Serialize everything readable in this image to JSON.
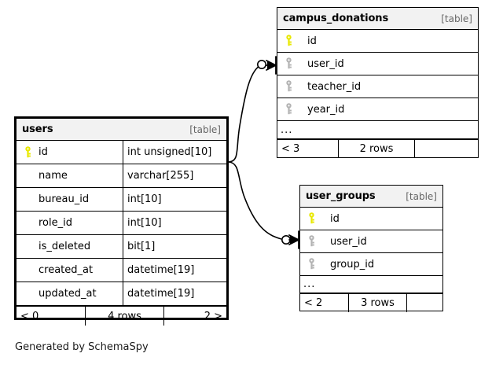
{
  "diagram": {
    "kind": "er-diagram",
    "generator_credit": "Generated by SchemaSpy",
    "background": "#ffffff",
    "primary_key_color": "#e8e800",
    "foreign_key_color": "#b3b3b3",
    "header_background": "#f2f2f2",
    "line_color": "#000000"
  },
  "tables": [
    {
      "id": "users",
      "name": "users",
      "tag": "[table]",
      "focus": true,
      "columns": [
        {
          "name": "id",
          "type": "int unsigned[10]",
          "key": "primary"
        },
        {
          "name": "name",
          "type": "varchar[255]",
          "key": "none"
        },
        {
          "name": "bureau_id",
          "type": "int[10]",
          "key": "none"
        },
        {
          "name": "role_id",
          "type": "int[10]",
          "key": "none"
        },
        {
          "name": "is_deleted",
          "type": "bit[1]",
          "key": "none"
        },
        {
          "name": "created_at",
          "type": "datetime[19]",
          "key": "none"
        },
        {
          "name": "updated_at",
          "type": "datetime[19]",
          "key": "none"
        }
      ],
      "has_ellipsis": false,
      "footer": {
        "left": "< 0",
        "center": "4 rows",
        "right": "2 >"
      }
    },
    {
      "id": "campus_donations",
      "name": "campus_donations",
      "tag": "[table]",
      "focus": false,
      "columns": [
        {
          "name": "id",
          "type": "",
          "key": "primary"
        },
        {
          "name": "user_id",
          "type": "",
          "key": "foreign"
        },
        {
          "name": "teacher_id",
          "type": "",
          "key": "foreign"
        },
        {
          "name": "year_id",
          "type": "",
          "key": "foreign"
        }
      ],
      "has_ellipsis": true,
      "ellipsis": "...",
      "footer": {
        "left": "< 3",
        "center": "2 rows",
        "right": ""
      }
    },
    {
      "id": "user_groups",
      "name": "user_groups",
      "tag": "[table]",
      "focus": false,
      "columns": [
        {
          "name": "id",
          "type": "",
          "key": "primary"
        },
        {
          "name": "user_id",
          "type": "",
          "key": "foreign"
        },
        {
          "name": "group_id",
          "type": "",
          "key": "foreign"
        }
      ],
      "has_ellipsis": true,
      "ellipsis": "...",
      "footer": {
        "left": "< 2",
        "center": "3 rows",
        "right": ""
      }
    }
  ],
  "relationships": [
    {
      "id": "users-to-campus_donations",
      "from_table": "users",
      "from_column": "id",
      "to_table": "campus_donations",
      "to_column": "user_id",
      "from_marker": "none",
      "to_marker": "crowsfoot-optional"
    },
    {
      "id": "users-to-user_groups",
      "from_table": "users",
      "from_column": "id",
      "to_table": "user_groups",
      "to_column": "user_id",
      "from_marker": "none",
      "to_marker": "crowsfoot-optional"
    }
  ]
}
